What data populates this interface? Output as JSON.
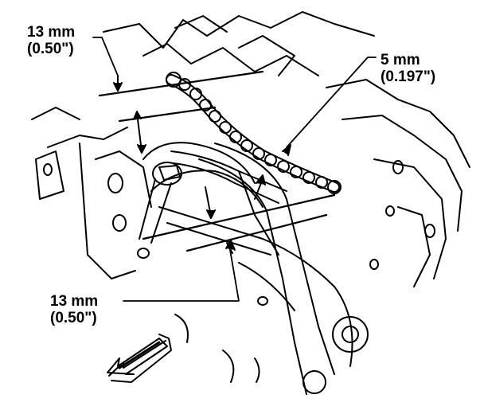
{
  "callouts": {
    "top_left": {
      "metric": "13 mm",
      "imperial": "(0.50\")"
    },
    "top_right": {
      "metric": "5 mm",
      "imperial": "(0.197\")"
    },
    "bottom": {
      "metric": "13 mm",
      "imperial": "(0.50\")"
    }
  }
}
